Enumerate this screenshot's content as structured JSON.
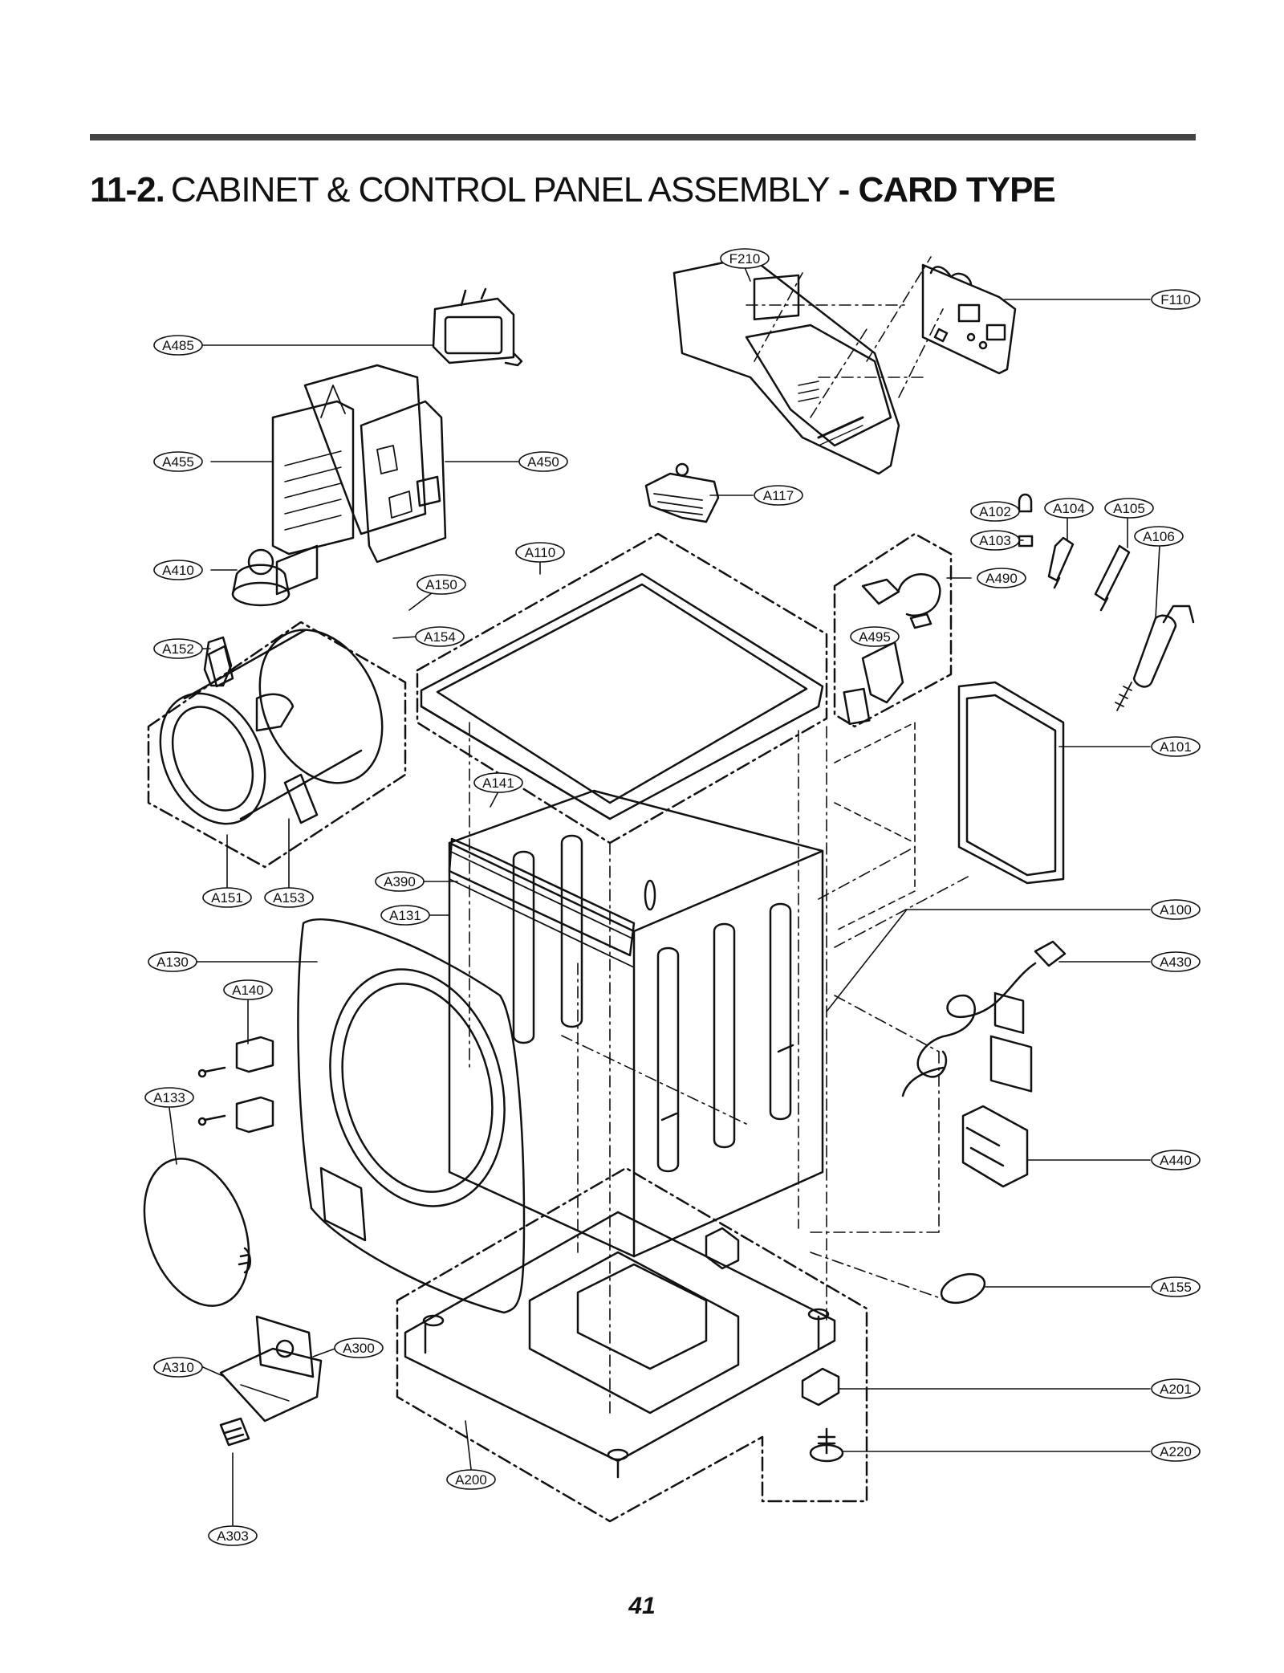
{
  "header": {
    "number": "11-2.",
    "title_main": "CABINET  & CONTROL PANEL ASSEMBLY",
    "title_sep": " - ",
    "title_bold": "CARD TYPE"
  },
  "labels": [
    "F210",
    "F110",
    "A485",
    "A455",
    "A450",
    "A117",
    "A102",
    "A104",
    "A105",
    "A103",
    "A106",
    "A410",
    "A110",
    "A150",
    "A490",
    "A152",
    "A154",
    "A495",
    "A101",
    "A141",
    "A390",
    "A151",
    "A153",
    "A131",
    "A100",
    "A130",
    "A430",
    "A140",
    "A133",
    "A440",
    "A155",
    "A300",
    "A310",
    "A201",
    "A200",
    "A220",
    "A303"
  ],
  "page_number": "41"
}
